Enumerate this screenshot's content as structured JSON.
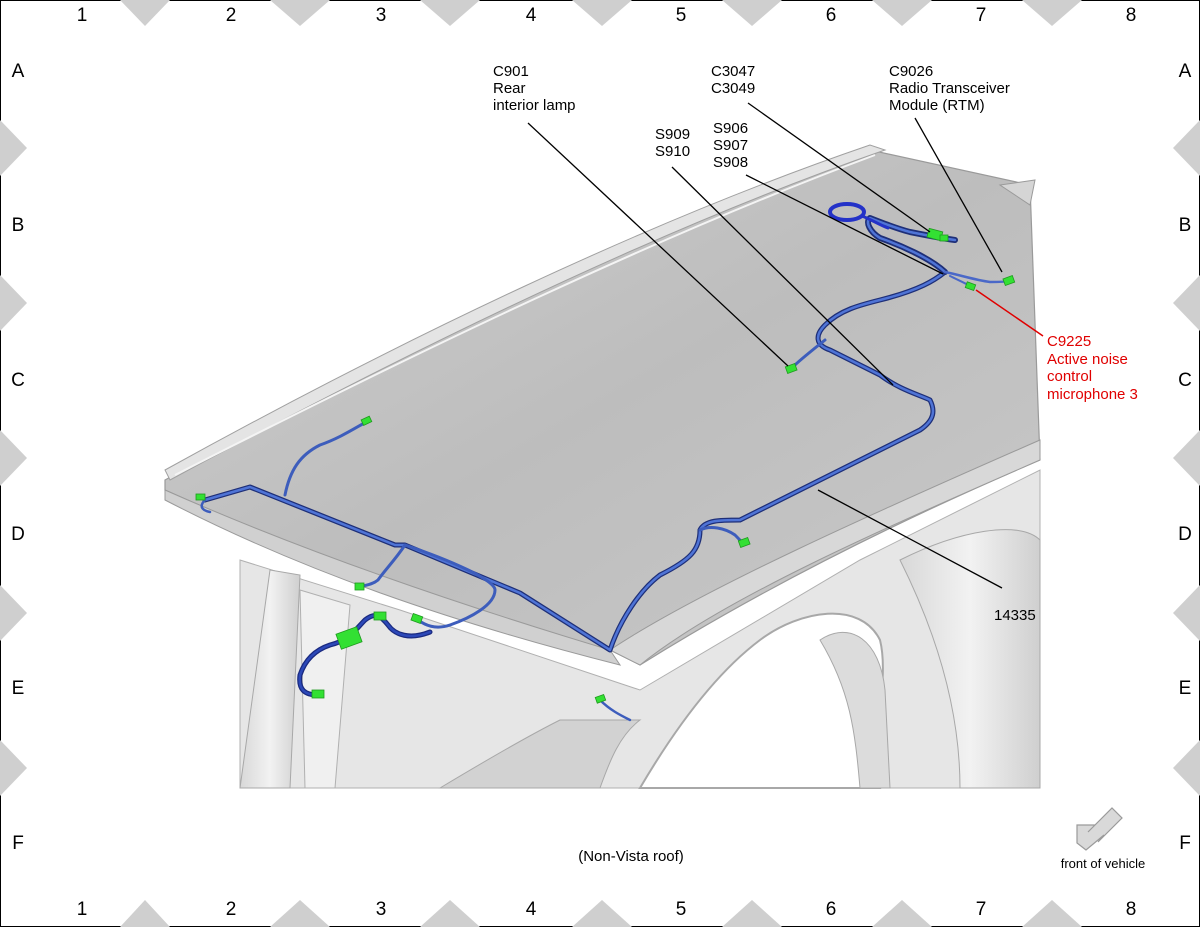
{
  "grid": {
    "columns": [
      "1",
      "2",
      "3",
      "4",
      "5",
      "6",
      "7",
      "8"
    ],
    "rows": [
      "A",
      "B",
      "C",
      "D",
      "E",
      "F"
    ]
  },
  "callouts": {
    "c901": [
      "C901",
      "Rear",
      "interior lamp"
    ],
    "c3047": [
      "C3047",
      "C3049"
    ],
    "c9026": [
      "C9026",
      "Radio Transceiver",
      "Module (RTM)"
    ],
    "s909": [
      "S909",
      "S910"
    ],
    "s906": [
      "S906",
      "S907",
      "S908"
    ],
    "c9225": [
      "C9225",
      "Active noise",
      "control",
      "microphone 3"
    ],
    "harness": "14335"
  },
  "caption": "(Non-Vista roof)",
  "front_label": "front of vehicle",
  "colors": {
    "highlight": "#e00000",
    "harness": "#3a5cc0",
    "connector": "#33e033",
    "roof": "#c4c4c4"
  }
}
